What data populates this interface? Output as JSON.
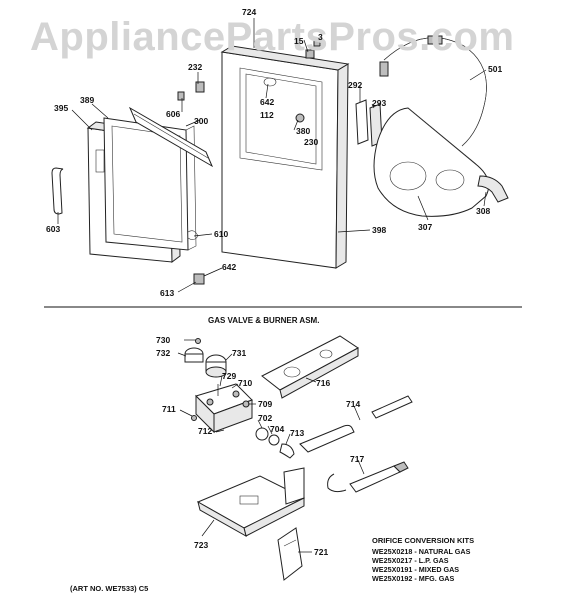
{
  "watermark": "AppliancePartsPros.com",
  "section_title": "GAS VALVE & BURNER ASM.",
  "callouts_top": [
    {
      "id": "c724",
      "text": "724"
    },
    {
      "id": "c15",
      "text": "15"
    },
    {
      "id": "c3",
      "text": "3"
    },
    {
      "id": "c232",
      "text": "232"
    },
    {
      "id": "c395",
      "text": "395"
    },
    {
      "id": "c389",
      "text": "389"
    },
    {
      "id": "c606",
      "text": "606"
    },
    {
      "id": "c300",
      "text": "300"
    },
    {
      "id": "c642a",
      "text": "642"
    },
    {
      "id": "c112",
      "text": "112"
    },
    {
      "id": "c380",
      "text": "380"
    },
    {
      "id": "c230",
      "text": "230"
    },
    {
      "id": "c292",
      "text": "292"
    },
    {
      "id": "c293",
      "text": "293"
    },
    {
      "id": "c501",
      "text": "501"
    },
    {
      "id": "c603",
      "text": "603"
    },
    {
      "id": "c610",
      "text": "610"
    },
    {
      "id": "c642b",
      "text": "642"
    },
    {
      "id": "c613",
      "text": "613"
    },
    {
      "id": "c398",
      "text": "398"
    },
    {
      "id": "c307",
      "text": "307"
    },
    {
      "id": "c308",
      "text": "308"
    }
  ],
  "callouts_bottom": [
    {
      "id": "c730",
      "text": "730"
    },
    {
      "id": "c731",
      "text": "731"
    },
    {
      "id": "c732",
      "text": "732"
    },
    {
      "id": "c729",
      "text": "729"
    },
    {
      "id": "c710",
      "text": "710"
    },
    {
      "id": "c716",
      "text": "716"
    },
    {
      "id": "c709",
      "text": "709"
    },
    {
      "id": "c711",
      "text": "711"
    },
    {
      "id": "c702",
      "text": "702"
    },
    {
      "id": "c714",
      "text": "714"
    },
    {
      "id": "c712",
      "text": "712"
    },
    {
      "id": "c704",
      "text": "704"
    },
    {
      "id": "c713",
      "text": "713"
    },
    {
      "id": "c717",
      "text": "717"
    },
    {
      "id": "c723",
      "text": "723"
    },
    {
      "id": "c721",
      "text": "721"
    }
  ],
  "orifice_kits": {
    "title": "ORIFICE CONVERSION KITS",
    "rows": [
      "WE25X0218 - NATURAL GAS",
      "WE25X0217 - L.P. GAS",
      "WE25X0191 - MIXED GAS",
      "WE25X0192 - MFG. GAS"
    ]
  },
  "art_number": "(ART NO. WE7533) C5"
}
